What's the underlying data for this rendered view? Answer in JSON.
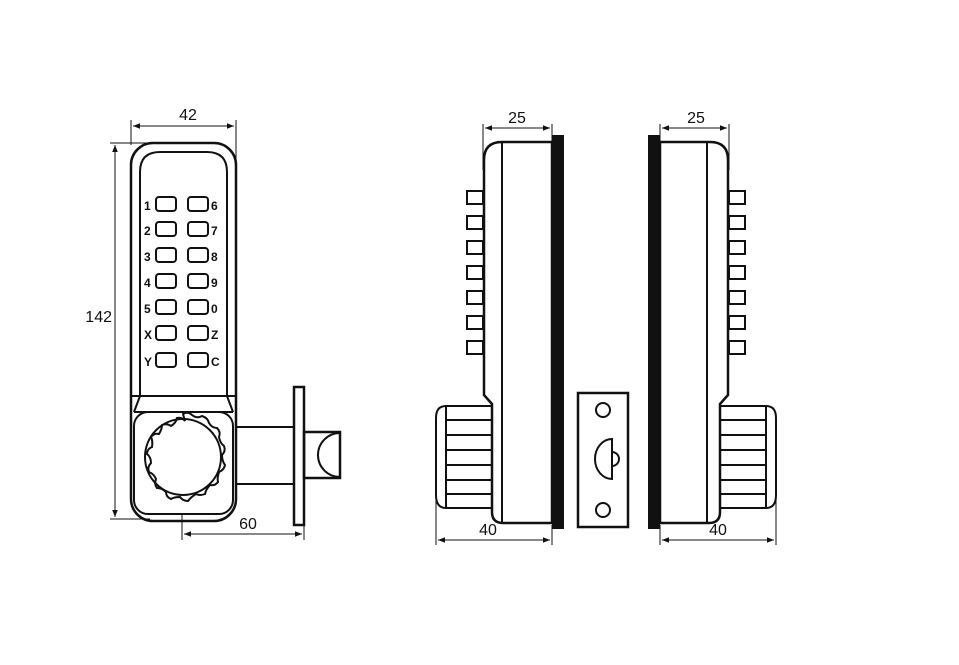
{
  "diagram": {
    "subject": "Mechanical push-button code door lock — dimension drawing",
    "units": "mm",
    "front_view": {
      "width_label": "42",
      "height_label": "142",
      "backset_label": "60",
      "keypad": {
        "left_column": [
          "1",
          "2",
          "3",
          "4",
          "5",
          "X",
          "Y"
        ],
        "right_column": [
          "6",
          "7",
          "8",
          "9",
          "0",
          "Z",
          "C"
        ]
      }
    },
    "side_view_left": {
      "depth_label": "25",
      "overall_label": "40"
    },
    "side_view_right": {
      "depth_label": "25",
      "overall_label": "40"
    },
    "strike_plate": {
      "holes": 2
    },
    "colors": {
      "line": "#111111",
      "background": "#ffffff"
    }
  }
}
